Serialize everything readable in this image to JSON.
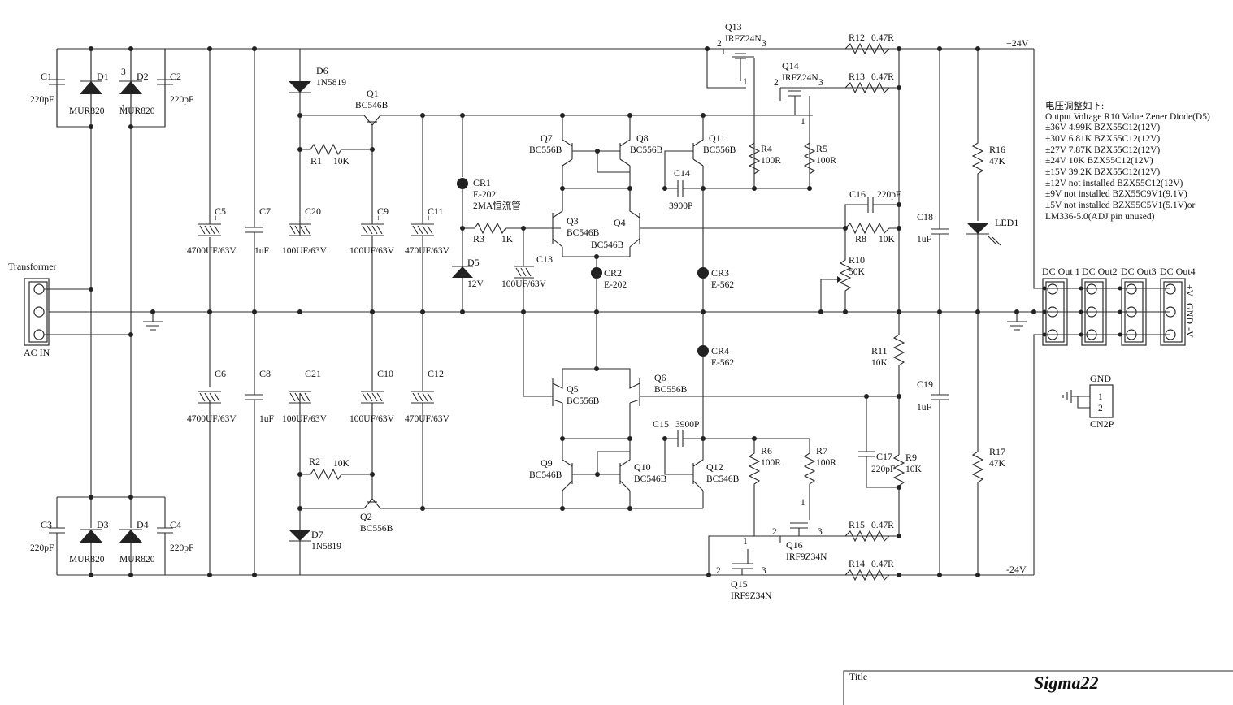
{
  "title_block": {
    "label": "Title",
    "name": "Sigma22"
  },
  "rails": {
    "positive": "+24V",
    "negative": "-24V"
  },
  "transformer": {
    "label": "Transformer",
    "sublabel": "AC IN"
  },
  "components": {
    "C1": {
      "ref": "C1",
      "value": "220pF"
    },
    "C2": {
      "ref": "C2",
      "value": "220pF"
    },
    "C3": {
      "ref": "C3",
      "value": "220pF"
    },
    "C4": {
      "ref": "C4",
      "value": "220pF"
    },
    "D1": {
      "ref": "D1",
      "value": "MUR820"
    },
    "D2": {
      "ref": "D2",
      "value": "MUR820"
    },
    "D3": {
      "ref": "D3",
      "value": "MUR820"
    },
    "D4": {
      "ref": "D4",
      "value": "MUR820"
    },
    "C5": {
      "ref": "C5",
      "value": "4700UF/63V"
    },
    "C6": {
      "ref": "C6",
      "value": "4700UF/63V"
    },
    "C7": {
      "ref": "C7",
      "value": "1uF"
    },
    "C8": {
      "ref": "C8",
      "value": "1uF"
    },
    "C20": {
      "ref": "C20",
      "value": "100UF/63V"
    },
    "C21": {
      "ref": "C21",
      "value": "100UF/63V"
    },
    "C9": {
      "ref": "C9",
      "value": "100UF/63V"
    },
    "C10": {
      "ref": "C10",
      "value": "100UF/63V"
    },
    "C11": {
      "ref": "C11",
      "value": "470UF/63V"
    },
    "C12": {
      "ref": "C12",
      "value": "470UF/63V"
    },
    "C13": {
      "ref": "C13",
      "value": "100UF/63V"
    },
    "D6": {
      "ref": "D6",
      "value": "1N5819"
    },
    "D7": {
      "ref": "D7",
      "value": "1N5819"
    },
    "D5": {
      "ref": "D5",
      "value": "12V"
    },
    "Q1": {
      "ref": "Q1",
      "value": "BC546B"
    },
    "Q2": {
      "ref": "Q2",
      "value": "BC556B"
    },
    "R1": {
      "ref": "R1",
      "value": "10K"
    },
    "R2": {
      "ref": "R2",
      "value": "10K"
    },
    "R3": {
      "ref": "R3",
      "value": "1K"
    },
    "CR1": {
      "ref": "CR1",
      "value": "E-202",
      "note": "2MA恒流管"
    },
    "CR2": {
      "ref": "CR2",
      "value": "E-202"
    },
    "CR3": {
      "ref": "CR3",
      "value": "E-562"
    },
    "CR4": {
      "ref": "CR4",
      "value": "E-562"
    },
    "Q3": {
      "ref": "Q3",
      "value": "BC546B"
    },
    "Q4": {
      "ref": "Q4",
      "value": "BC546B"
    },
    "Q5": {
      "ref": "Q5",
      "value": "BC556B"
    },
    "Q6": {
      "ref": "Q6",
      "value": "BC556B"
    },
    "Q7": {
      "ref": "Q7",
      "value": "BC556B"
    },
    "Q8": {
      "ref": "Q8",
      "value": "BC556B"
    },
    "Q9": {
      "ref": "Q9",
      "value": "BC546B"
    },
    "Q10": {
      "ref": "Q10",
      "value": "BC546B"
    },
    "Q11": {
      "ref": "Q11",
      "value": "BC556B"
    },
    "Q12": {
      "ref": "Q12",
      "value": "BC546B"
    },
    "Q13": {
      "ref": "Q13",
      "value": "IRFZ24N"
    },
    "Q14": {
      "ref": "Q14",
      "value": "IRFZ24N"
    },
    "Q15": {
      "ref": "Q15",
      "value": "IRF9Z34N"
    },
    "Q16": {
      "ref": "Q16",
      "value": "IRF9Z34N"
    },
    "C14": {
      "ref": "C14",
      "value": "3900P"
    },
    "C15": {
      "ref": "C15",
      "value": "3900P"
    },
    "C16": {
      "ref": "C16",
      "value": "220pF"
    },
    "C17": {
      "ref": "C17",
      "value": "220pF"
    },
    "C18": {
      "ref": "C18",
      "value": "1uF"
    },
    "C19": {
      "ref": "C19",
      "value": "1uF"
    },
    "R4": {
      "ref": "R4",
      "value": "100R"
    },
    "R5": {
      "ref": "R5",
      "value": "100R"
    },
    "R6": {
      "ref": "R6",
      "value": "100R"
    },
    "R7": {
      "ref": "R7",
      "value": "100R"
    },
    "R8": {
      "ref": "R8",
      "value": "10K"
    },
    "R9": {
      "ref": "R9",
      "value": "10K"
    },
    "R10": {
      "ref": "R10",
      "value": "50K"
    },
    "R11": {
      "ref": "R11",
      "value": "10K"
    },
    "R12": {
      "ref": "R12",
      "value": "0.47R"
    },
    "R13": {
      "ref": "R13",
      "value": "0.47R"
    },
    "R14": {
      "ref": "R14",
      "value": "0.47R"
    },
    "R15": {
      "ref": "R15",
      "value": "0.47R"
    },
    "R16": {
      "ref": "R16",
      "value": "47K"
    },
    "R17": {
      "ref": "R17",
      "value": "47K"
    },
    "LED1": {
      "ref": "LED1"
    },
    "CN2P": {
      "ref": "CN2P",
      "net": "GND",
      "pin1": "1",
      "pin2": "2"
    }
  },
  "pins": {
    "p1": "1",
    "p2": "2",
    "p3": "3"
  },
  "outputs": {
    "labels": [
      "DC Out 1",
      "DC Out2",
      "DC Out3",
      "DC Out4"
    ],
    "pins": [
      "+V",
      "GND",
      "-V"
    ]
  },
  "notes": {
    "heading": "电压调整如下:",
    "columns": "Output Voltage R10 Value Zener Diode(D5)",
    "rows": [
      "±36V 4.99K  BZX55C12(12V)",
      "±30V 6.81K  BZX55C12(12V)",
      "±27V 7.87K  BZX55C12(12V)",
      "±24V 10K     BZX55C12(12V)",
      "±15V 39.2K  BZX55C12(12V)",
      "±12V not installed  BZX55C12(12V)",
      "±9V   not installed  BZX55C9V1(9.1V)",
      "±5V   not installed  BZX55C5V1(5.1V)or",
      "LM336-5.0(ADJ pin unused)"
    ]
  }
}
